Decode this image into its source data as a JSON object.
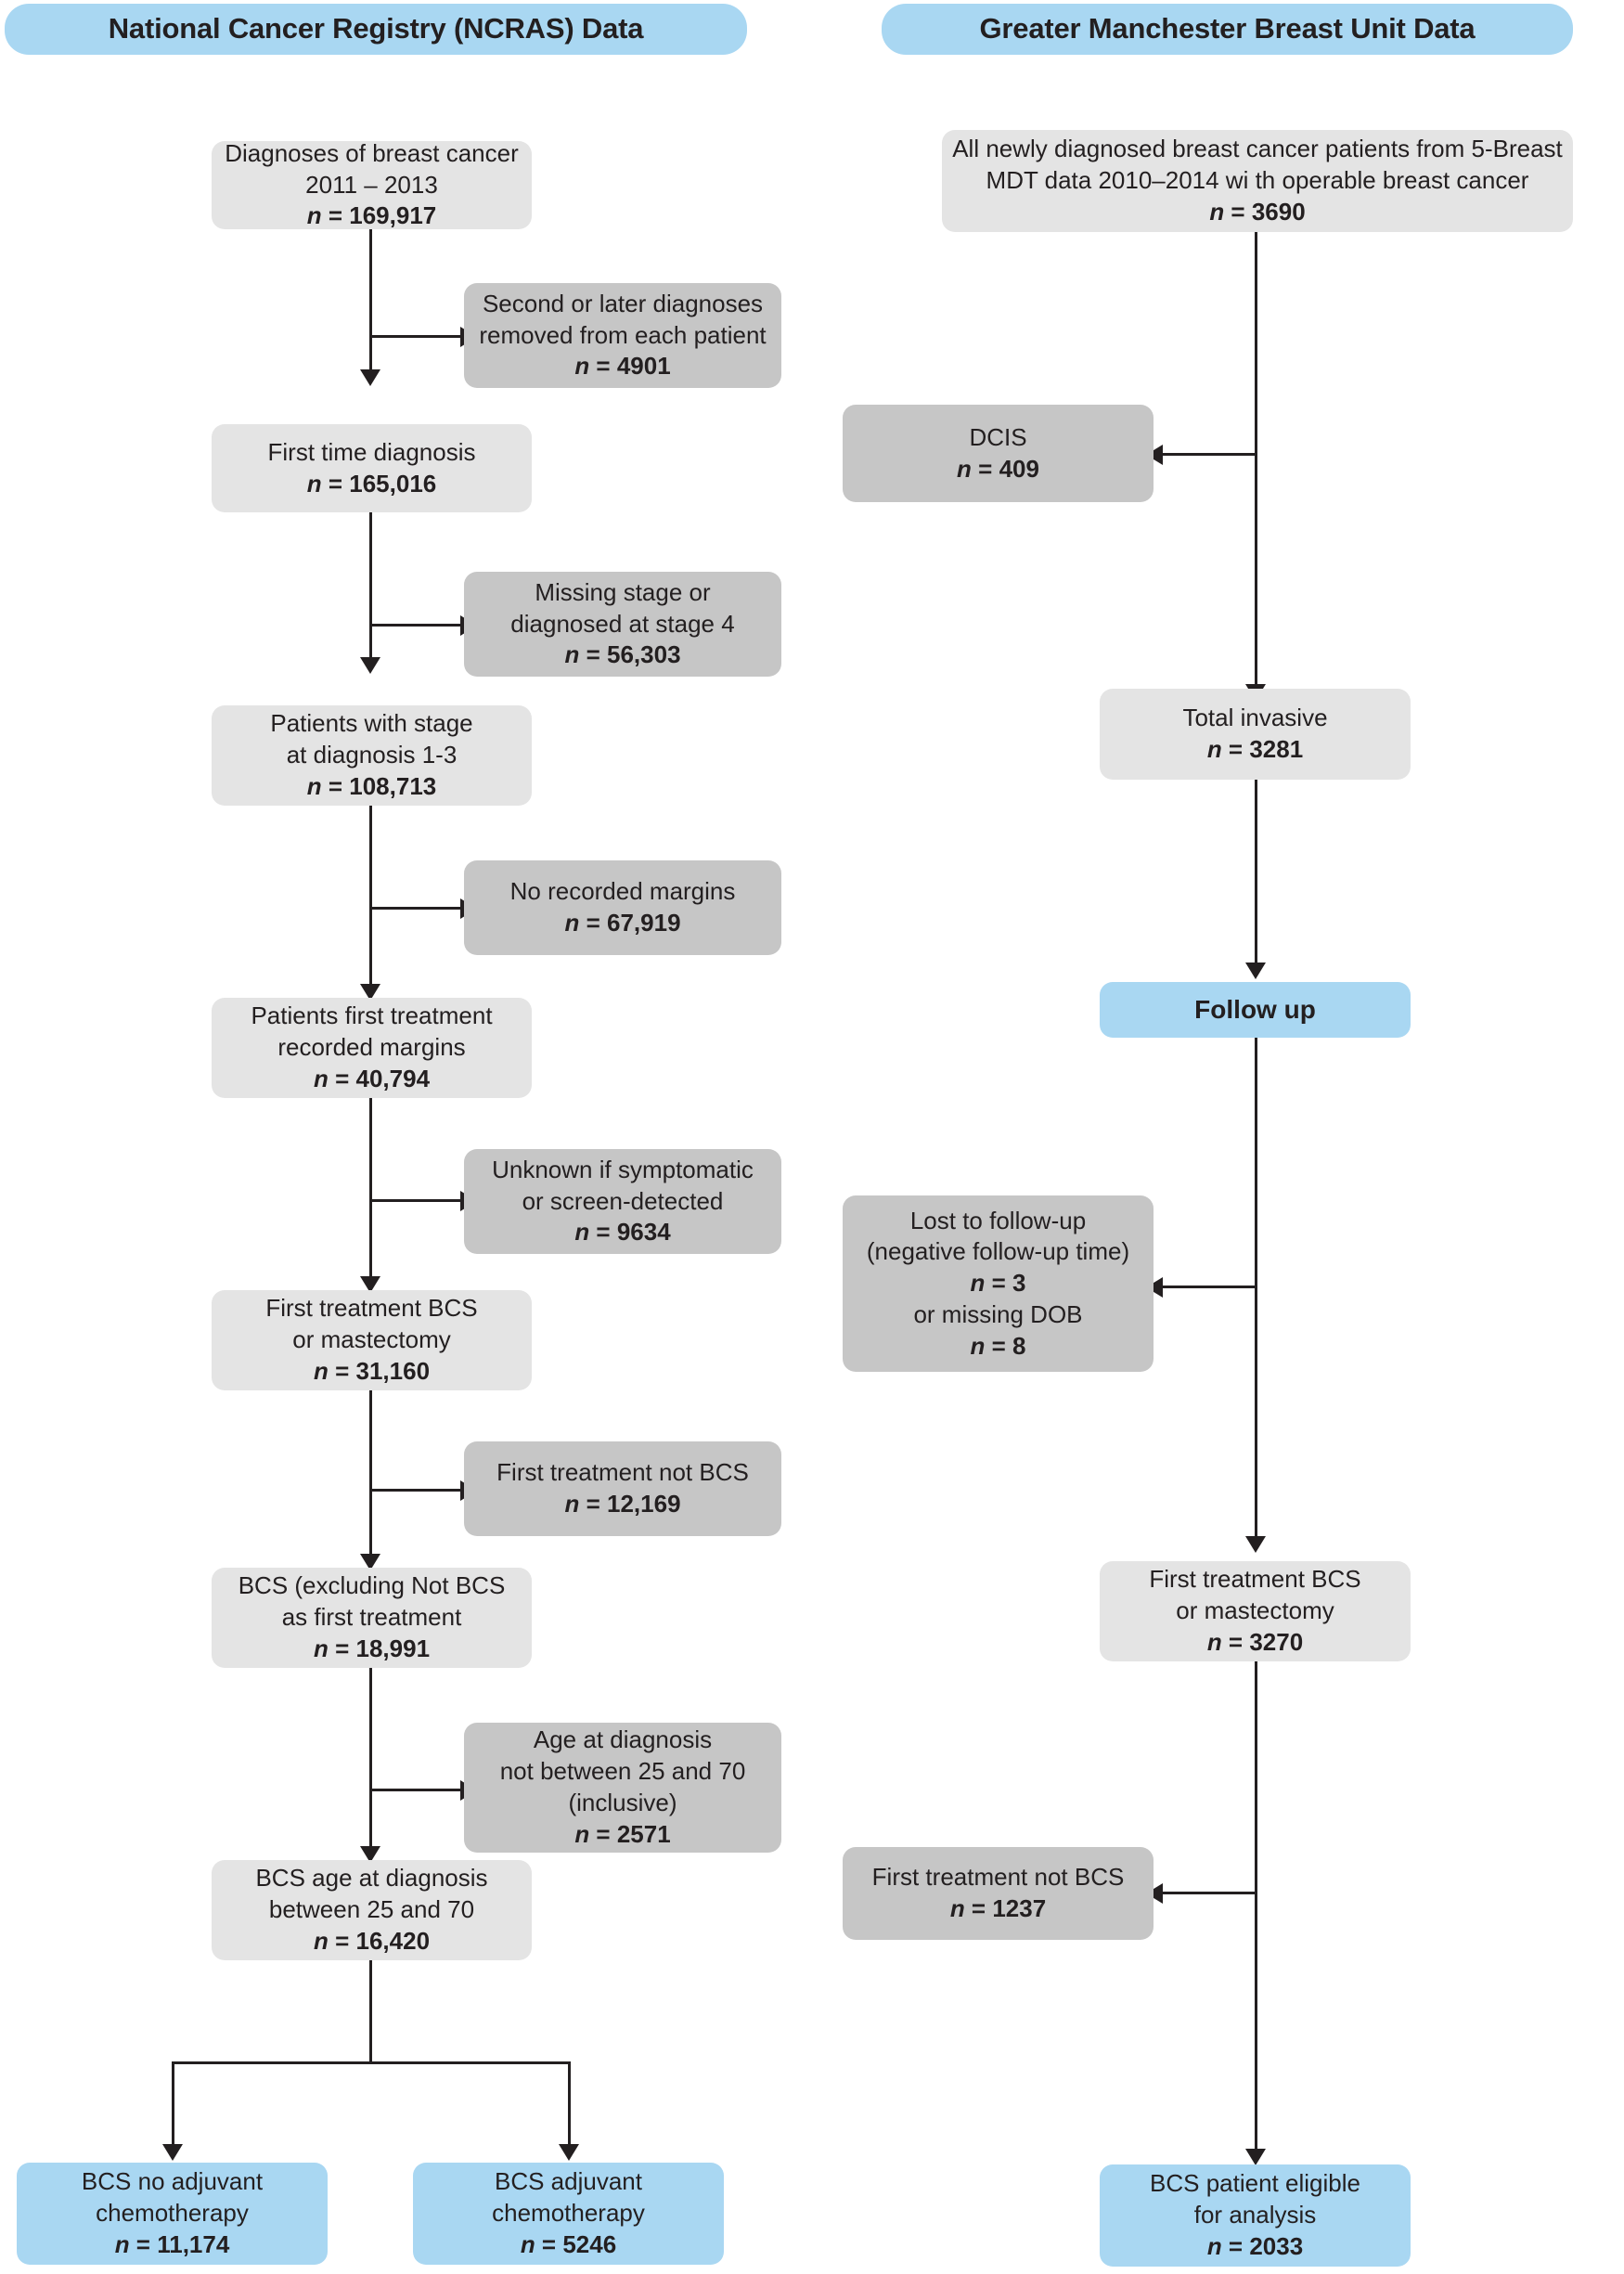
{
  "diagram": {
    "type": "flowchart",
    "orientation": "two-column-consort",
    "colors": {
      "header": "#a9d7f2",
      "terminal": "#a9d7f2",
      "included": "#e4e4e4",
      "excluded": "#c6c6c6",
      "connector": "#231f20",
      "background": "#ffffff"
    }
  },
  "left": {
    "header": "National Cancer Registry (NCRAS) Data",
    "nodes": [
      {
        "id": "l1",
        "kind": "included",
        "lines": [
          "Diagnoses of breast cancer",
          "2011 – 2013"
        ],
        "n_label": "n",
        "n_value": "169,917"
      },
      {
        "id": "l1x",
        "kind": "excluded",
        "lines": [
          "Second or later diagnoses",
          "removed from each patient"
        ],
        "n_label": "n",
        "n_value": "4901"
      },
      {
        "id": "l2",
        "kind": "included",
        "lines": [
          "First time diagnosis"
        ],
        "n_label": "n",
        "n_value": "165,016"
      },
      {
        "id": "l2x",
        "kind": "excluded",
        "lines": [
          "Missing stage or",
          "diagnosed at stage 4"
        ],
        "n_label": "n",
        "n_value": "56,303"
      },
      {
        "id": "l3",
        "kind": "included",
        "lines": [
          "Patients with stage",
          "at diagnosis 1-3"
        ],
        "n_label": "n",
        "n_value": "108,713"
      },
      {
        "id": "l3x",
        "kind": "excluded",
        "lines": [
          "No recorded margins"
        ],
        "n_label": "n",
        "n_value": "67,919"
      },
      {
        "id": "l4",
        "kind": "included",
        "lines": [
          "Patients first treatment",
          "recorded margins"
        ],
        "n_label": "n",
        "n_value": "40,794"
      },
      {
        "id": "l4x",
        "kind": "excluded",
        "lines": [
          "Unknown if symptomatic",
          "or screen-detected"
        ],
        "n_label": "n",
        "n_value": "9634"
      },
      {
        "id": "l5",
        "kind": "included",
        "lines": [
          "First treatment BCS",
          "or mastectomy"
        ],
        "n_label": "n",
        "n_value": "31,160"
      },
      {
        "id": "l5x",
        "kind": "excluded",
        "lines": [
          "First treatment not BCS"
        ],
        "n_label": "n",
        "n_value": "12,169"
      },
      {
        "id": "l6",
        "kind": "included",
        "lines": [
          "BCS (excluding Not BCS",
          "as first treatment"
        ],
        "n_label": "n",
        "n_value": "18,991"
      },
      {
        "id": "l6x",
        "kind": "excluded",
        "lines": [
          "Age at diagnosis",
          "not between 25 and 70",
          "(inclusive)"
        ],
        "n_label": "n",
        "n_value": "2571"
      },
      {
        "id": "l7",
        "kind": "included",
        "lines": [
          "BCS age at diagnosis",
          "between 25 and 70"
        ],
        "n_label": "n",
        "n_value": "16,420"
      },
      {
        "id": "l8a",
        "kind": "terminal",
        "lines": [
          "BCS no adjuvant",
          "chemotherapy"
        ],
        "n_label": "n",
        "n_value": "11,174"
      },
      {
        "id": "l8b",
        "kind": "terminal",
        "lines": [
          "BCS adjuvant",
          "chemotherapy"
        ],
        "n_label": "n",
        "n_value": "5246"
      }
    ]
  },
  "right": {
    "header": "Greater Manchester Breast Unit Data",
    "nodes": [
      {
        "id": "r1",
        "kind": "included",
        "lines": [
          "All newly diagnosed breast cancer patients from 5-Breast",
          "MDT data 2010–2014 wi th operable breast cancer"
        ],
        "n_label": "n",
        "n_value": "3690"
      },
      {
        "id": "r1x",
        "kind": "excluded",
        "lines": [
          "DCIS"
        ],
        "n_label": "n",
        "n_value": "409"
      },
      {
        "id": "r2",
        "kind": "included",
        "lines": [
          "Total invasive"
        ],
        "n_label": "n",
        "n_value": "3281"
      },
      {
        "id": "r_badge",
        "kind": "badge",
        "lines": [
          "Follow up"
        ]
      },
      {
        "id": "r2x",
        "kind": "excluded",
        "lines": [
          "Lost to follow-up",
          "(negative follow-up time)"
        ],
        "n_label": "n",
        "n_value": "3",
        "lines2": [
          "or missing DOB"
        ],
        "n_label2": "n",
        "n_value2": "8"
      },
      {
        "id": "r3",
        "kind": "included",
        "lines": [
          "First treatment BCS",
          "or mastectomy"
        ],
        "n_label": "n",
        "n_value": "3270"
      },
      {
        "id": "r3x",
        "kind": "excluded",
        "lines": [
          "First treatment not BCS"
        ],
        "n_label": "n",
        "n_value": "1237"
      },
      {
        "id": "r4",
        "kind": "terminal",
        "lines": [
          "BCS patient eligible",
          "for analysis"
        ],
        "n_label": "n",
        "n_value": "2033"
      }
    ]
  }
}
